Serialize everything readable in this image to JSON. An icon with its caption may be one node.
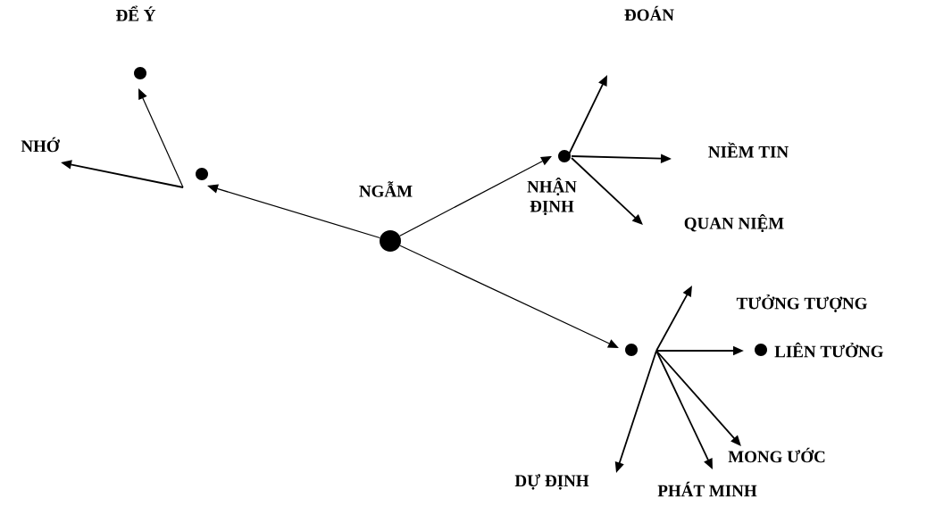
{
  "diagram": {
    "nodes": [
      {
        "text": [],
        "shape": "circle",
        "beside": [
          "NGẪM"
        ]
      },
      {
        "text": [],
        "shape": "circle"
      },
      {
        "text": [],
        "shape": "circle",
        "beside": [
          "ĐỂ Ý"
        ]
      },
      {
        "text": [
          "NHỚ"
        ]
      },
      {
        "text": [],
        "shape": "circle",
        "beside": [
          "NHẬN ĐỊNH"
        ]
      },
      {
        "text": [
          "ĐOÁN"
        ]
      },
      {
        "text": [
          "NIỀM TIN"
        ]
      },
      {
        "text": [
          "QUAN NIỆM"
        ]
      },
      {
        "text": [],
        "shape": "circle"
      },
      {
        "text": [
          "TƯỞNG TƯỢNG"
        ]
      },
      {
        "text": [],
        "shape": "circle",
        "beside": [
          "LIÊN TƯỞNG"
        ]
      },
      {
        "text": [
          "MONG ƯỚC"
        ]
      },
      {
        "text": [
          "PHÁT MINH"
        ]
      },
      {
        "text": [
          "DỰ ĐỊNH"
        ]
      }
    ],
    "edges": [
      {
        "from": 0,
        "to": 1,
        "arrow": "to"
      },
      {
        "from": 1,
        "to": 3,
        "arrow": "to"
      },
      {
        "from": 1,
        "to": 2,
        "arrow": "to"
      },
      {
        "from": 0,
        "to": 4,
        "arrow": "to"
      },
      {
        "from": 4,
        "to": 5,
        "arrow": "to"
      },
      {
        "from": 4,
        "to": 6,
        "arrow": "to"
      },
      {
        "from": 4,
        "to": 7,
        "arrow": "to"
      },
      {
        "from": 0,
        "to": 8,
        "arrow": "to"
      },
      {
        "from": 8,
        "to": 9,
        "arrow": "to"
      },
      {
        "from": 8,
        "to": 10,
        "arrow": "to"
      },
      {
        "from": 8,
        "to": 11,
        "arrow": "to"
      },
      {
        "from": 8,
        "to": 12,
        "arrow": "to"
      },
      {
        "from": 8,
        "to": 13,
        "arrow": "to"
      }
    ]
  }
}
